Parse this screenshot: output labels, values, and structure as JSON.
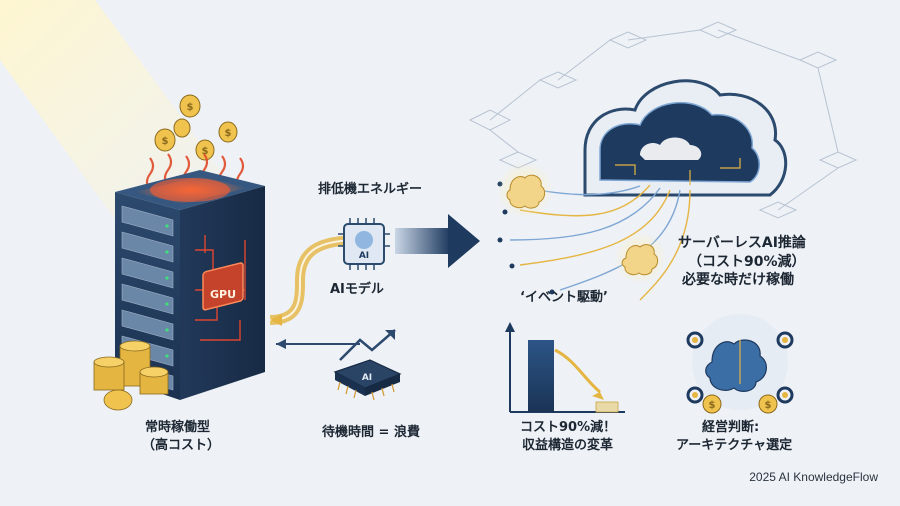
{
  "labels": {
    "server_top": "排低機エネルギー",
    "ai_model": "AIモデル",
    "gpu": "GPU",
    "ai_chip": "AI",
    "always_on_1": "常時稼働型",
    "always_on_2": "（高コスト）",
    "idle_waste": "待機時間 = 浪費",
    "event_driven": "‘イベント駆動’",
    "serverless_1": "サーバーレスAI推論",
    "serverless_2": "（コスト90%減）",
    "serverless_3": "必要な時だけ稼働",
    "cost_cut_1": "コスト90%減！",
    "cost_cut_2": "収益構造の変革",
    "decision_1": "経営判断:",
    "decision_2": "アーキテクチャ選定"
  },
  "footer": {
    "text": "2025 AI KnowledgeFlow"
  },
  "colors": {
    "background": "#eef1f5",
    "navy": "#1e3a5f",
    "gold": "#e0b44a",
    "heat": "#e04a2a",
    "cloud_blue": "#3b5f8f"
  }
}
